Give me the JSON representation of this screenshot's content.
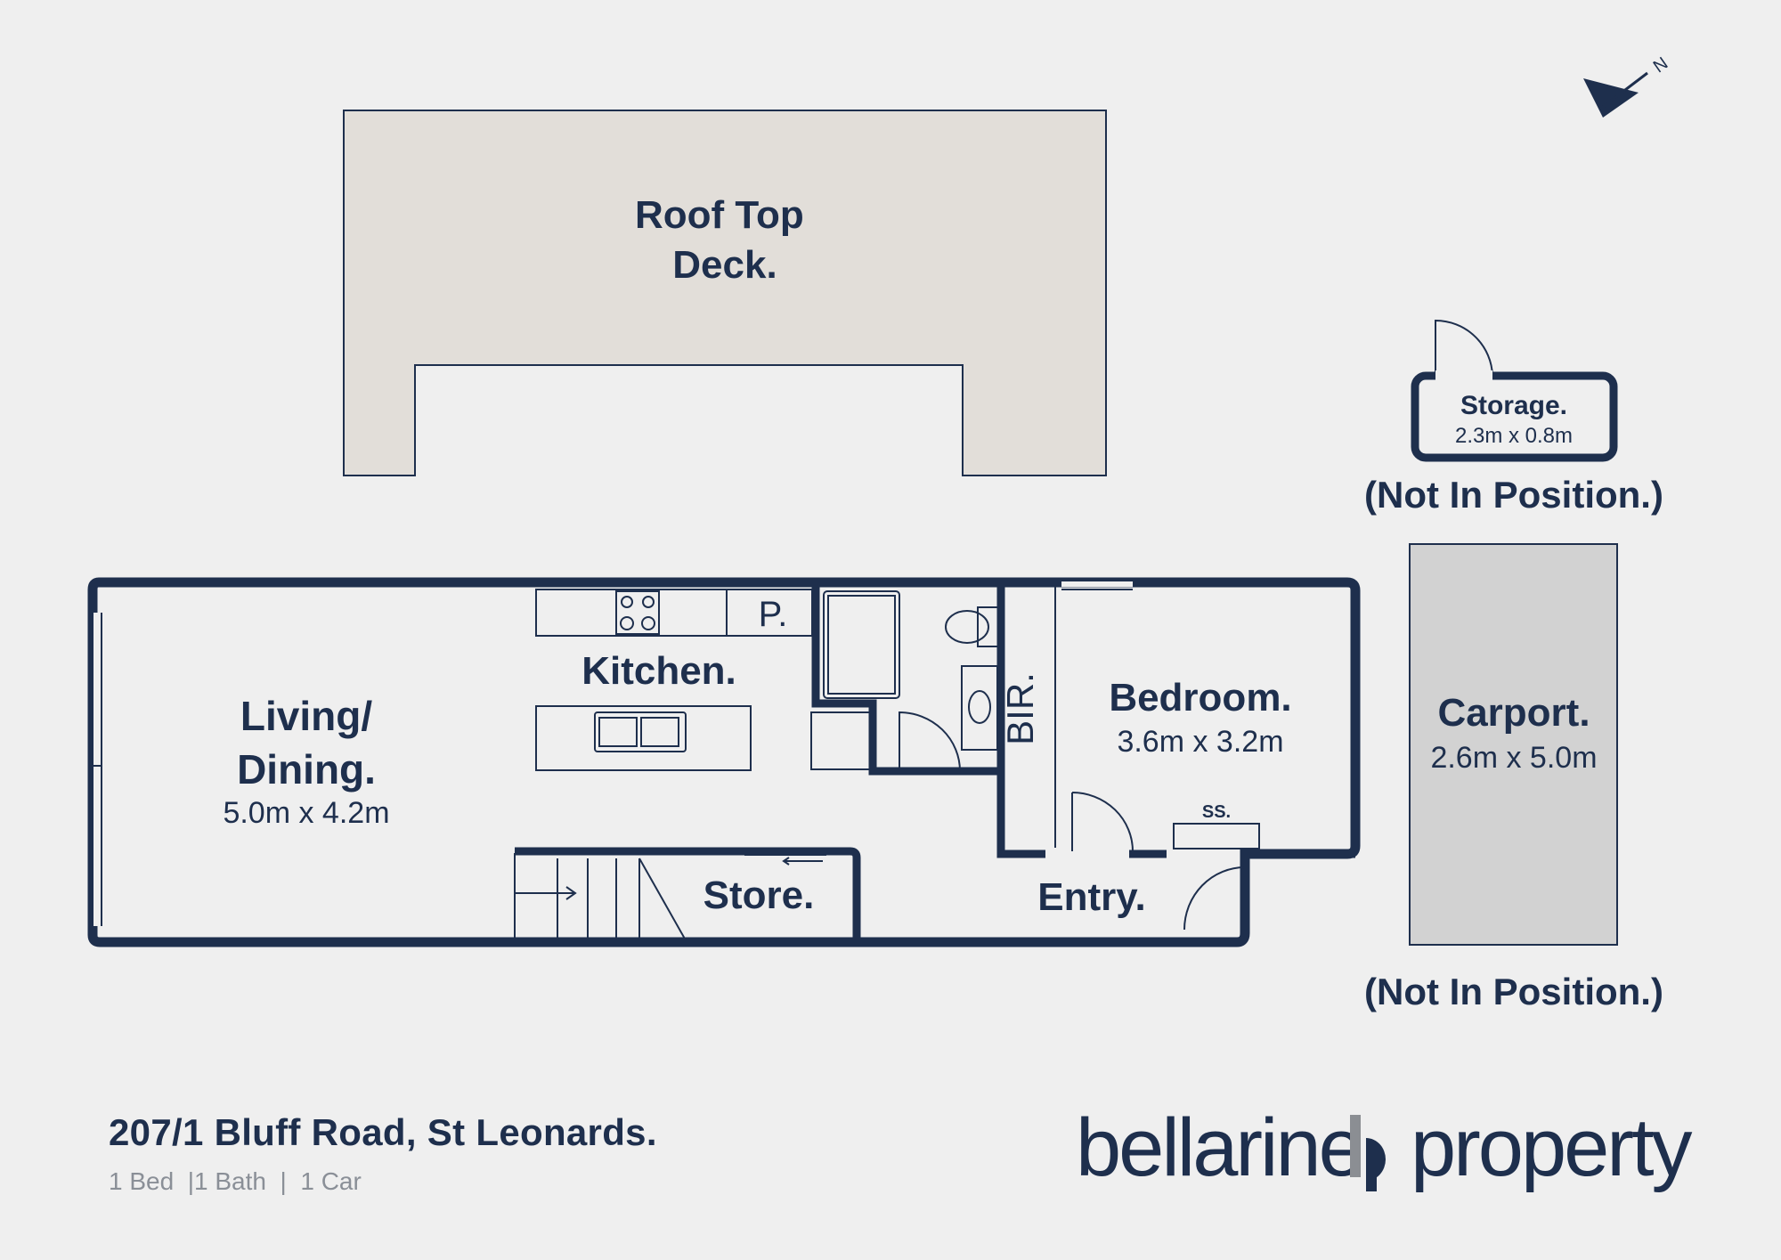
{
  "rooms": {
    "roof_deck": "Roof Top Deck.",
    "storage_name": "Storage.",
    "storage_dims": "2.3m x 0.8m",
    "not_in_position_1": "(Not In Position.)",
    "carport_name": "Carport.",
    "carport_dims": "2.6m x 5.0m",
    "not_in_position_2": "(Not In Position.)",
    "living_line1": "Living/",
    "living_line2": "Dining.",
    "living_dims": "5.0m x 4.2m",
    "kitchen": "Kitchen.",
    "pantry": "P.",
    "bir": "BIR.",
    "bedroom_name": "Bedroom.",
    "bedroom_dims": "3.6m x 3.2m",
    "ss": "SS.",
    "store": "Store.",
    "entry": "Entry."
  },
  "compass": {
    "label": "N"
  },
  "footer": {
    "address": "207/1 Bluff Road, St Leonards.",
    "meta": "1 Bed  |1 Bath  |  1 Car"
  },
  "brand": {
    "left": "bellarine",
    "right": "property"
  },
  "colors": {
    "wall": "#1e2f4d",
    "deck_fill": "#e2ded9",
    "carport_fill": "#d2d2d2",
    "background": "#efefef",
    "brand_gray": "#8b8e93"
  }
}
